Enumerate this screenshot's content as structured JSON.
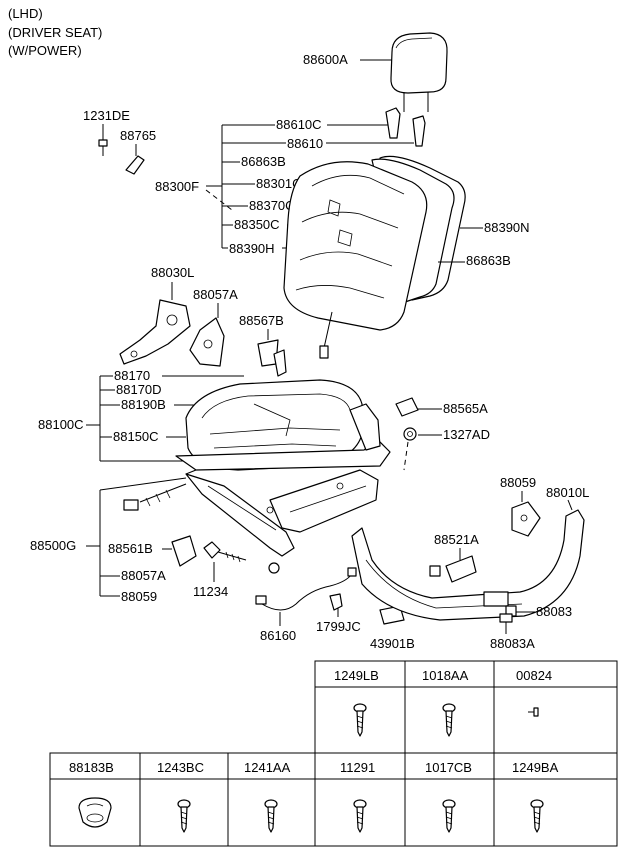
{
  "header": {
    "line1": "(LHD)",
    "line2": "(DRIVER SEAT)",
    "line3": "(W/POWER)"
  },
  "labels": {
    "headrest": "88600A",
    "bolt_1231DE": "1231DE",
    "cover_88765": "88765",
    "back_group": "88610C",
    "back_88610": "88610",
    "back_86863B": "86863B",
    "back_assembly": "88300F",
    "back_88301C": "88301C",
    "back_88370C": "88370C",
    "back_88350C": "88350C",
    "back_88390H": "88390H",
    "back_88390N": "88390N",
    "back_86863B_r": "86863B",
    "recliner": "88030L",
    "recliner_cover": "88057A",
    "hook": "88567B",
    "cush_88170": "88170",
    "cush_88170D": "88170D",
    "cush_88190B": "88190B",
    "cush_assembly": "88100C",
    "cush_88150C": "88150C",
    "clip_88565A": "88565A",
    "nut_1327AD": "1327AD",
    "track_assembly": "88500G",
    "track_88561B": "88561B",
    "track_88057A": "88057A",
    "track_88059": "88059",
    "bolt_11234": "11234",
    "harness_86160": "86160",
    "clip_1799JC": "1799JC",
    "side_88059": "88059",
    "shield_88010L": "88010L",
    "switch_88521A": "88521A",
    "knob_88083": "88083",
    "knob_88083A": "88083A",
    "pad_43901B": "43901B"
  },
  "parts_table_top": {
    "headers": [
      "1249LB",
      "1018AA",
      "00824"
    ],
    "icons": [
      "screw-icon",
      "screw-icon",
      "pin-icon"
    ]
  },
  "parts_table_bottom": {
    "headers": [
      "88183B",
      "1243BC",
      "1241AA",
      "11291",
      "1017CB",
      "1249BA"
    ],
    "icons": [
      "clip-icon",
      "screw-icon",
      "screw-icon",
      "screw-icon",
      "screw-icon",
      "screw-icon"
    ]
  }
}
